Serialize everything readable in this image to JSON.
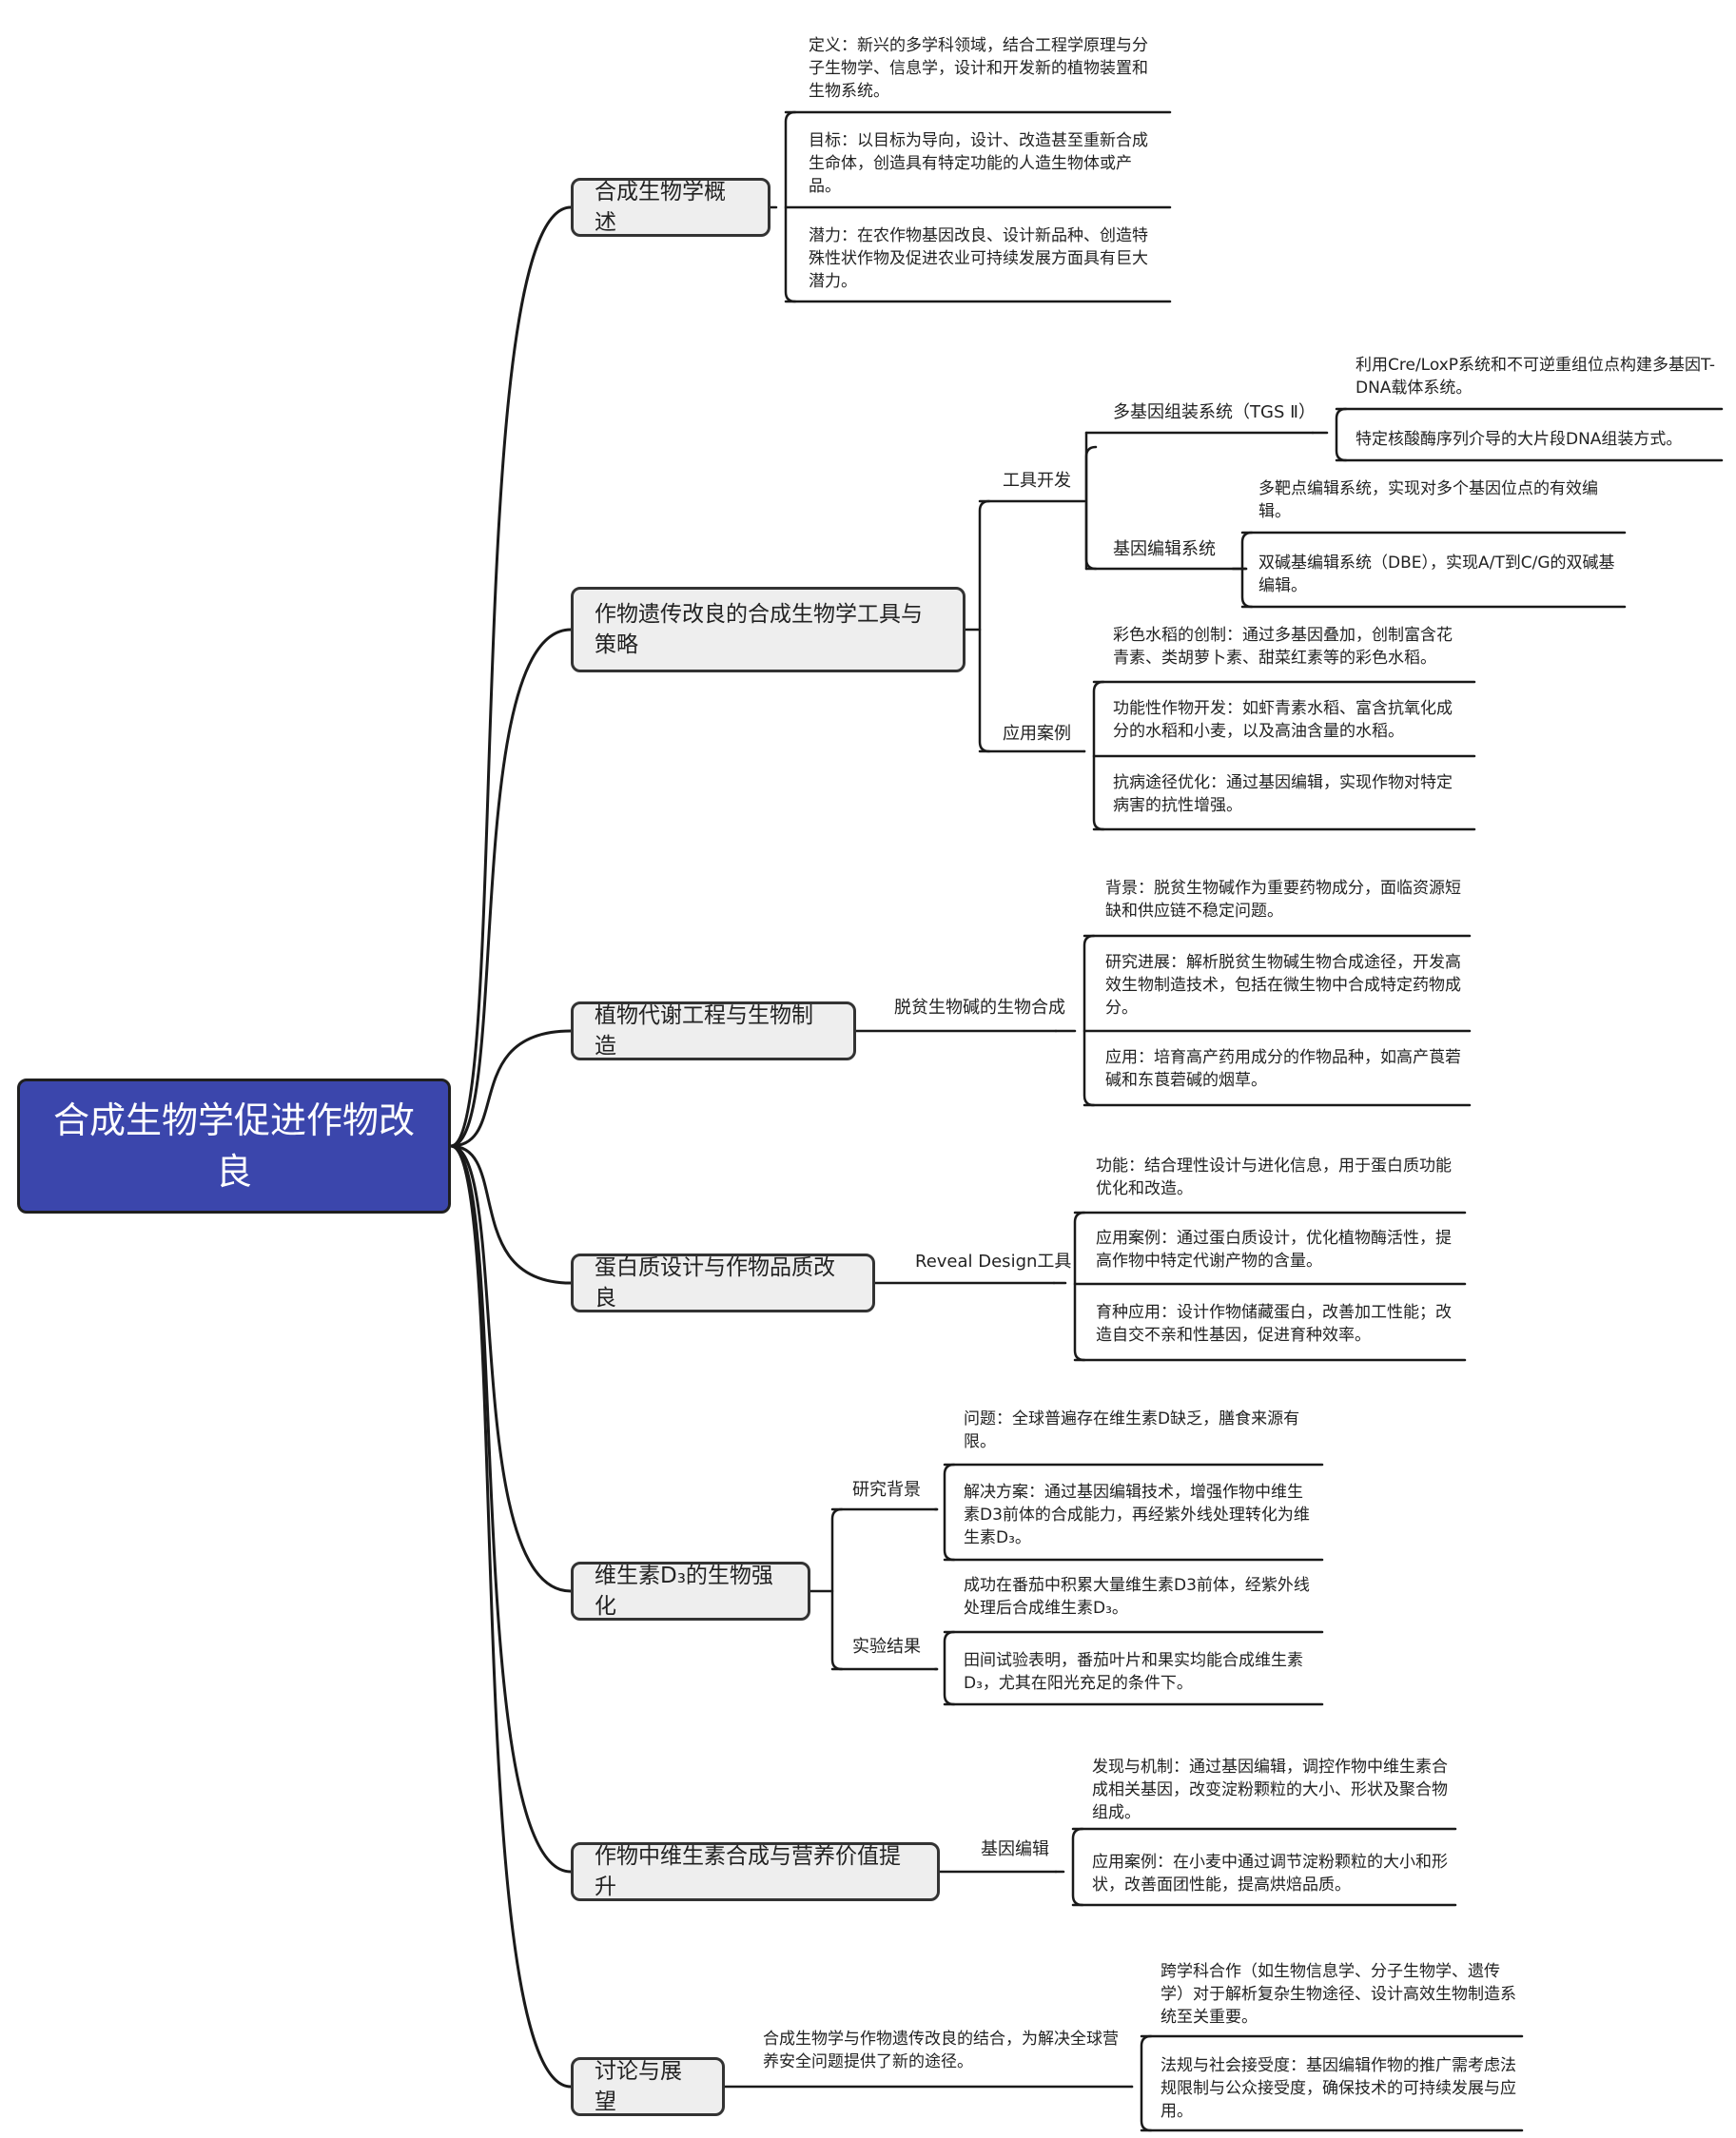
{
  "root": {
    "label": "合成生物学促进作物改良"
  },
  "topics": [
    {
      "label": "合成生物学概述",
      "leaves": [
        "定义：新兴的多学科领域，结合工程学原理与分子生物学、信息学，设计和开发新的植物装置和生物系统。",
        "目标：以目标为导向，设计、改造甚至重新合成生命体，创造具有特定功能的人造生物体或产品。",
        "潜力：在农作物基因改良、设计新品种、创造特殊性状作物及促进农业可持续发展方面具有巨大潜力。"
      ]
    },
    {
      "label": "作物遗传改良的合成生物学工具与策略",
      "groups": [
        {
          "label": "工具开发",
          "subgroups": [
            {
              "label": "多基因组装系统（TGS Ⅱ）",
              "leaves": [
                "利用Cre/LoxP系统和不可逆重组位点构建多基因T-DNA载体系统。",
                "特定核酸酶序列介导的大片段DNA组装方式。"
              ]
            },
            {
              "label": "基因编辑系统",
              "leaves": [
                "多靶点编辑系统，实现对多个基因位点的有效编辑。",
                "双碱基编辑系统（DBE），实现A/T到C/G的双碱基编辑。"
              ]
            }
          ]
        },
        {
          "label": "应用案例",
          "leaves": [
            "彩色水稻的创制：通过多基因叠加，创制富含花青素、类胡萝卜素、甜菜红素等的彩色水稻。",
            "功能性作物开发：如虾青素水稻、富含抗氧化成分的水稻和小麦，以及高油含量的水稻。",
            "抗病途径优化：通过基因编辑，实现作物对特定病害的抗性增强。"
          ]
        }
      ]
    },
    {
      "label": "植物代谢工程与生物制造",
      "groups": [
        {
          "label": "脱贫生物碱的生物合成",
          "leaves": [
            "背景：脱贫生物碱作为重要药物成分，面临资源短缺和供应链不稳定问题。",
            "研究进展：解析脱贫生物碱生物合成途径，开发高效生物制造技术，包括在微生物中合成特定药物成分。",
            "应用：培育高产药用成分的作物品种，如高产莨菪碱和东莨菪碱的烟草。"
          ]
        }
      ]
    },
    {
      "label": "蛋白质设计与作物品质改良",
      "groups": [
        {
          "label": "Reveal Design工具",
          "leaves": [
            "功能：结合理性设计与进化信息，用于蛋白质功能优化和改造。",
            "应用案例：通过蛋白质设计，优化植物酶活性，提高作物中特定代谢产物的含量。",
            "育种应用：设计作物储藏蛋白，改善加工性能；改造自交不亲和性基因，促进育种效率。"
          ]
        }
      ]
    },
    {
      "label": "维生素D₃的生物强化",
      "groups": [
        {
          "label": "研究背景",
          "leaves": [
            "问题：全球普遍存在维生素D缺乏，膳食来源有限。",
            "解决方案：通过基因编辑技术，增强作物中维生素D3前体的合成能力，再经紫外线处理转化为维生素D₃。"
          ]
        },
        {
          "label": "实验结果",
          "leaves": [
            "成功在番茄中积累大量维生素D3前体，经紫外线处理后合成维生素D₃。",
            "田间试验表明，番茄叶片和果实均能合成维生素D₃，尤其在阳光充足的条件下。"
          ]
        }
      ]
    },
    {
      "label": "作物中维生素合成与营养价值提升",
      "groups": [
        {
          "label": "基因编辑",
          "leaves": [
            "发现与机制：通过基因编辑，调控作物中维生素合成相关基因，改变淀粉颗粒的大小、形状及聚合物组成。",
            "应用案例：在小麦中通过调节淀粉颗粒的大小和形状，改善面团性能，提高烘焙品质。"
          ]
        }
      ]
    },
    {
      "label": "讨论与展望",
      "groups": [
        {
          "label": "合成生物学与作物遗传改良的结合，为解决全球营养安全问题提供了新的途径。",
          "leaves": [
            "跨学科合作（如生物信息学、分子生物学、遗传学）对于解析复杂生物途径、设计高效生物制造系统至关重要。",
            "法规与社会接受度：基因编辑作物的推广需考虑法规限制与公众接受度，确保技术的可持续发展与应用。"
          ]
        }
      ]
    }
  ]
}
